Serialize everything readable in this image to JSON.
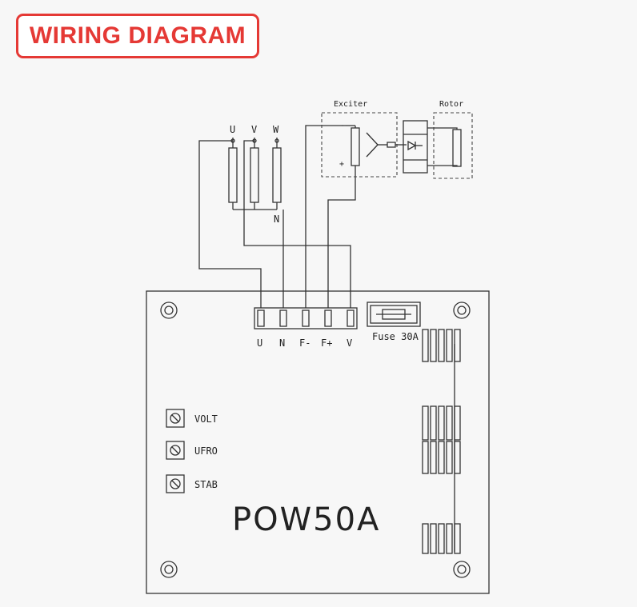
{
  "title": "WIRING DIAGRAM",
  "colors": {
    "title": "#e53935",
    "line": "#333333"
  },
  "top_terminals": [
    "U",
    "V",
    "W"
  ],
  "neutral_label": "N",
  "exciter_label": "Exciter",
  "rotor_label": "Rotor",
  "exciter_minus": "-",
  "exciter_plus": "+",
  "board_terminals": [
    "U",
    "N",
    "F-",
    "F+",
    "V"
  ],
  "fuse_label": "Fuse 30A",
  "pots": [
    "VOLT",
    "UFRO",
    "STAB"
  ],
  "model": "POW50A"
}
